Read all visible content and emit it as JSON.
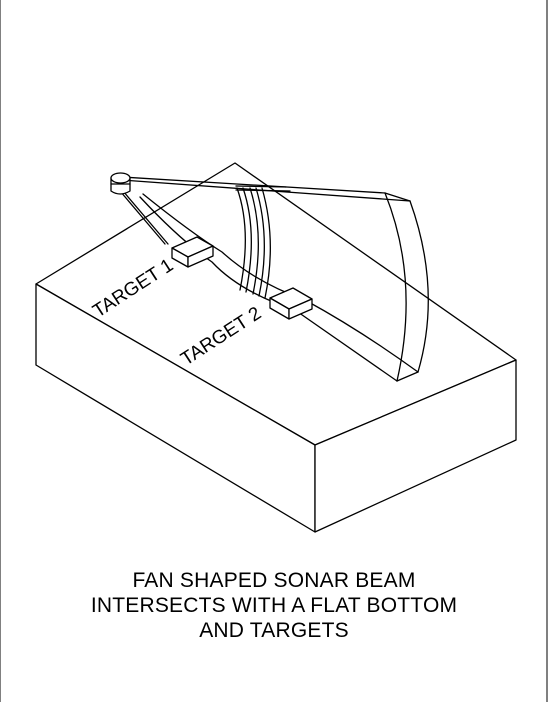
{
  "labels": {
    "target_1": "TARGET 1",
    "target_2": "TARGET 2"
  },
  "caption": {
    "line1": "FAN SHAPED SONAR BEAM",
    "line2": "INTERSECTS WITH A FLAT BOTTOM",
    "line3": "AND TARGETS"
  },
  "colors": {
    "line": "#000000",
    "background": "#ffffff"
  }
}
